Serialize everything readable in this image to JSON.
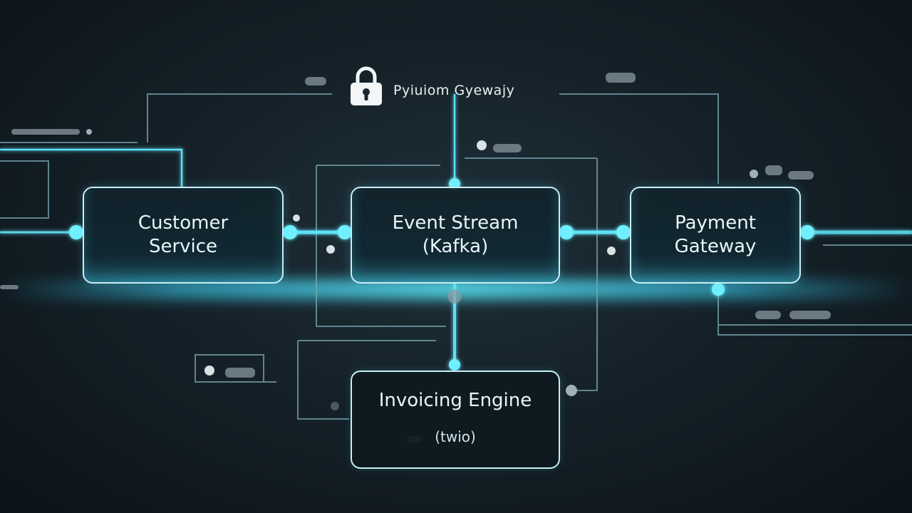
{
  "diagram": {
    "nodes": {
      "customer_service": {
        "label": "Customer\nService"
      },
      "event_stream": {
        "label": "Event Stream\n(Kafka)"
      },
      "payment_gateway": {
        "label": "Payment\nGateway"
      },
      "invoicing_engine": {
        "label": "Invoicing Engine",
        "sub": "(twio)"
      }
    },
    "top_label": "Pyiuiom Gyewajy",
    "colors": {
      "accent": "#4fe3ff",
      "node_border": "#c9eef4",
      "line": "#7fc8d6",
      "background": "#152129"
    },
    "icons": [
      "lock-icon"
    ]
  }
}
